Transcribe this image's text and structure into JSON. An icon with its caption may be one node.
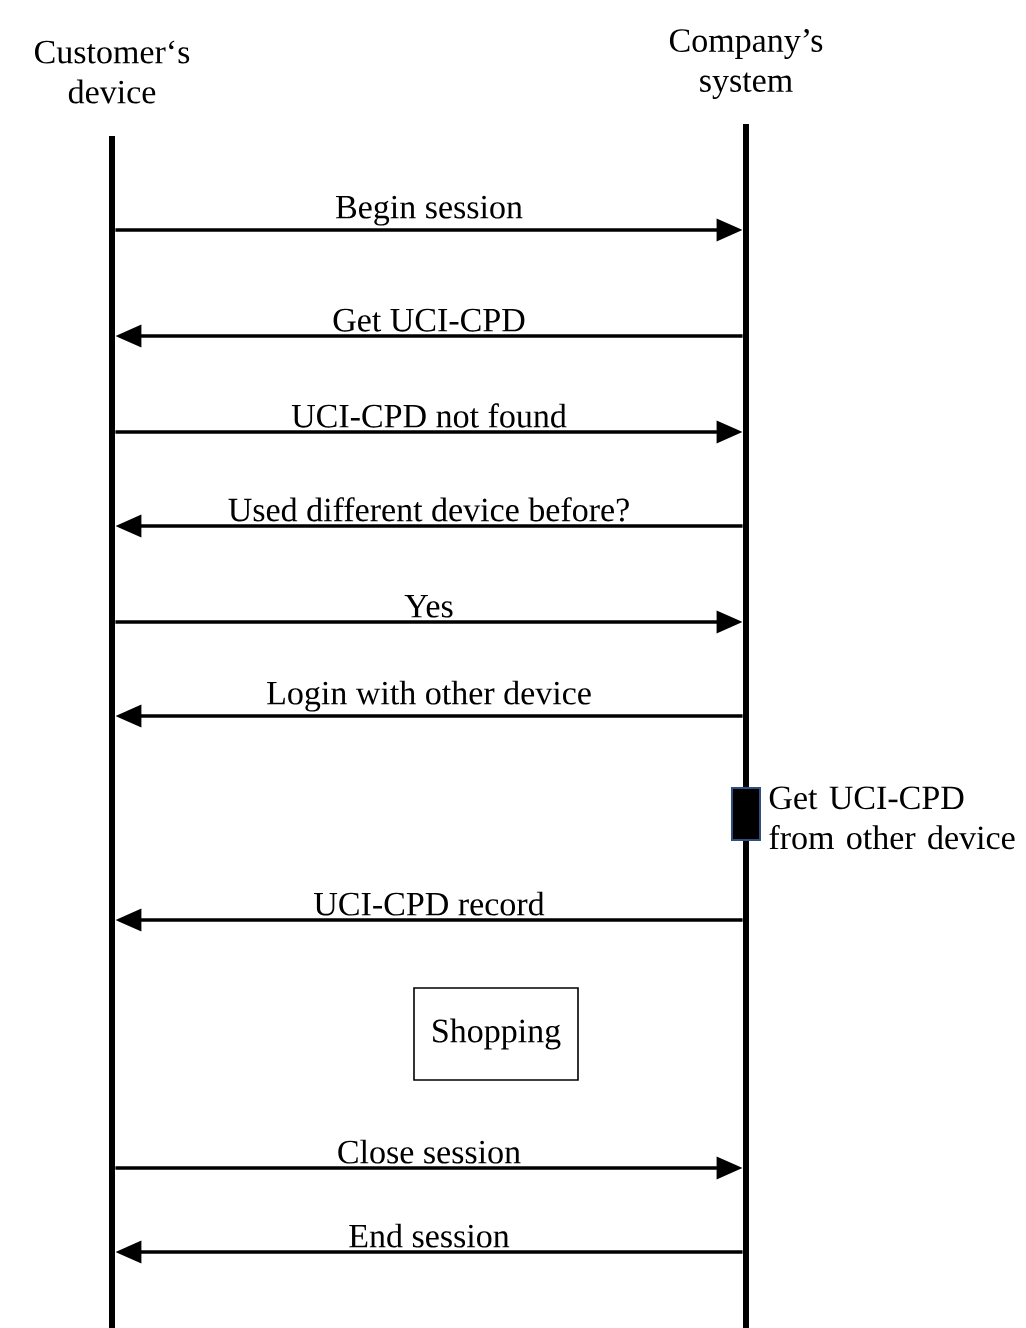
{
  "diagram": {
    "nodes": [
      {
        "text": [
          "Customer‘s device"
        ]
      },
      {
        "text": [
          "Company’s system"
        ]
      },
      {
        "text": [],
        "shape": "box",
        "beside": [
          "Get UCI-CPD from other device"
        ]
      },
      {
        "text": [
          "Shopping"
        ]
      }
    ],
    "edges": [
      {
        "from": 0,
        "to": 1,
        "arrow": "to",
        "label": "Begin session"
      },
      {
        "from": 1,
        "to": 0,
        "arrow": "to",
        "label": "Get  UCI-CPD"
      },
      {
        "from": 0,
        "to": 1,
        "arrow": "to",
        "label": "UCI-CPD not found"
      },
      {
        "from": 1,
        "to": 0,
        "arrow": "to",
        "label": "Used different device before?"
      },
      {
        "from": 0,
        "to": 1,
        "arrow": "to",
        "label": "Yes"
      },
      {
        "from": 1,
        "to": 0,
        "arrow": "to",
        "label": "Login with other device"
      },
      {
        "from": 1,
        "to": 0,
        "arrow": "to",
        "label": "UCI-CPD record"
      },
      {
        "from": 0,
        "to": 1,
        "arrow": "to",
        "label": "Close session"
      },
      {
        "from": 1,
        "to": 0,
        "arrow": "to",
        "label": "End session"
      }
    ]
  }
}
